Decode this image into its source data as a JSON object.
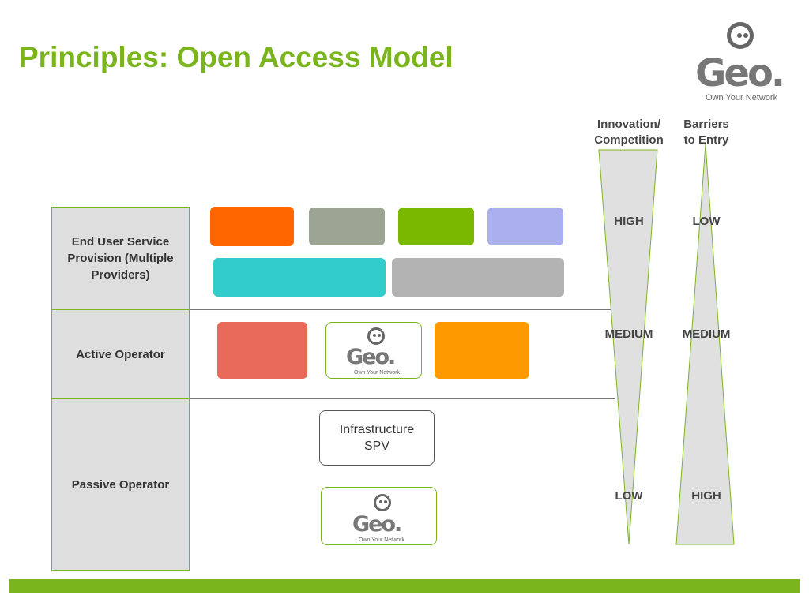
{
  "title": "Principles: Open Access Model",
  "logo": {
    "word": "Geo.",
    "tagline": "Own Your Network"
  },
  "columns": {
    "innovation": "Innovation/\nCompetition",
    "barriers": "Barriers\nto Entry"
  },
  "layers": [
    {
      "label": "End User Service Provision (Multiple Providers)"
    },
    {
      "label": "Active Operator"
    },
    {
      "label": "Passive Operator"
    }
  ],
  "service_block_colors": [
    "#ff6600",
    "#9ca594",
    "#7ab800",
    "#aab0ee",
    "#33cccc",
    "#b3b3b3"
  ],
  "active_block_colors": [
    "#e8695a",
    "#ff9900"
  ],
  "infrastructure": "Infrastructure SPV",
  "scale": {
    "innovation": [
      "HIGH",
      "MEDIUM",
      "LOW"
    ],
    "barriers": [
      "LOW",
      "MEDIUM",
      "HIGH"
    ]
  },
  "colors": {
    "accent": "#7ab51d",
    "panel": "#dedede",
    "wedge": "#e0e0e0"
  }
}
